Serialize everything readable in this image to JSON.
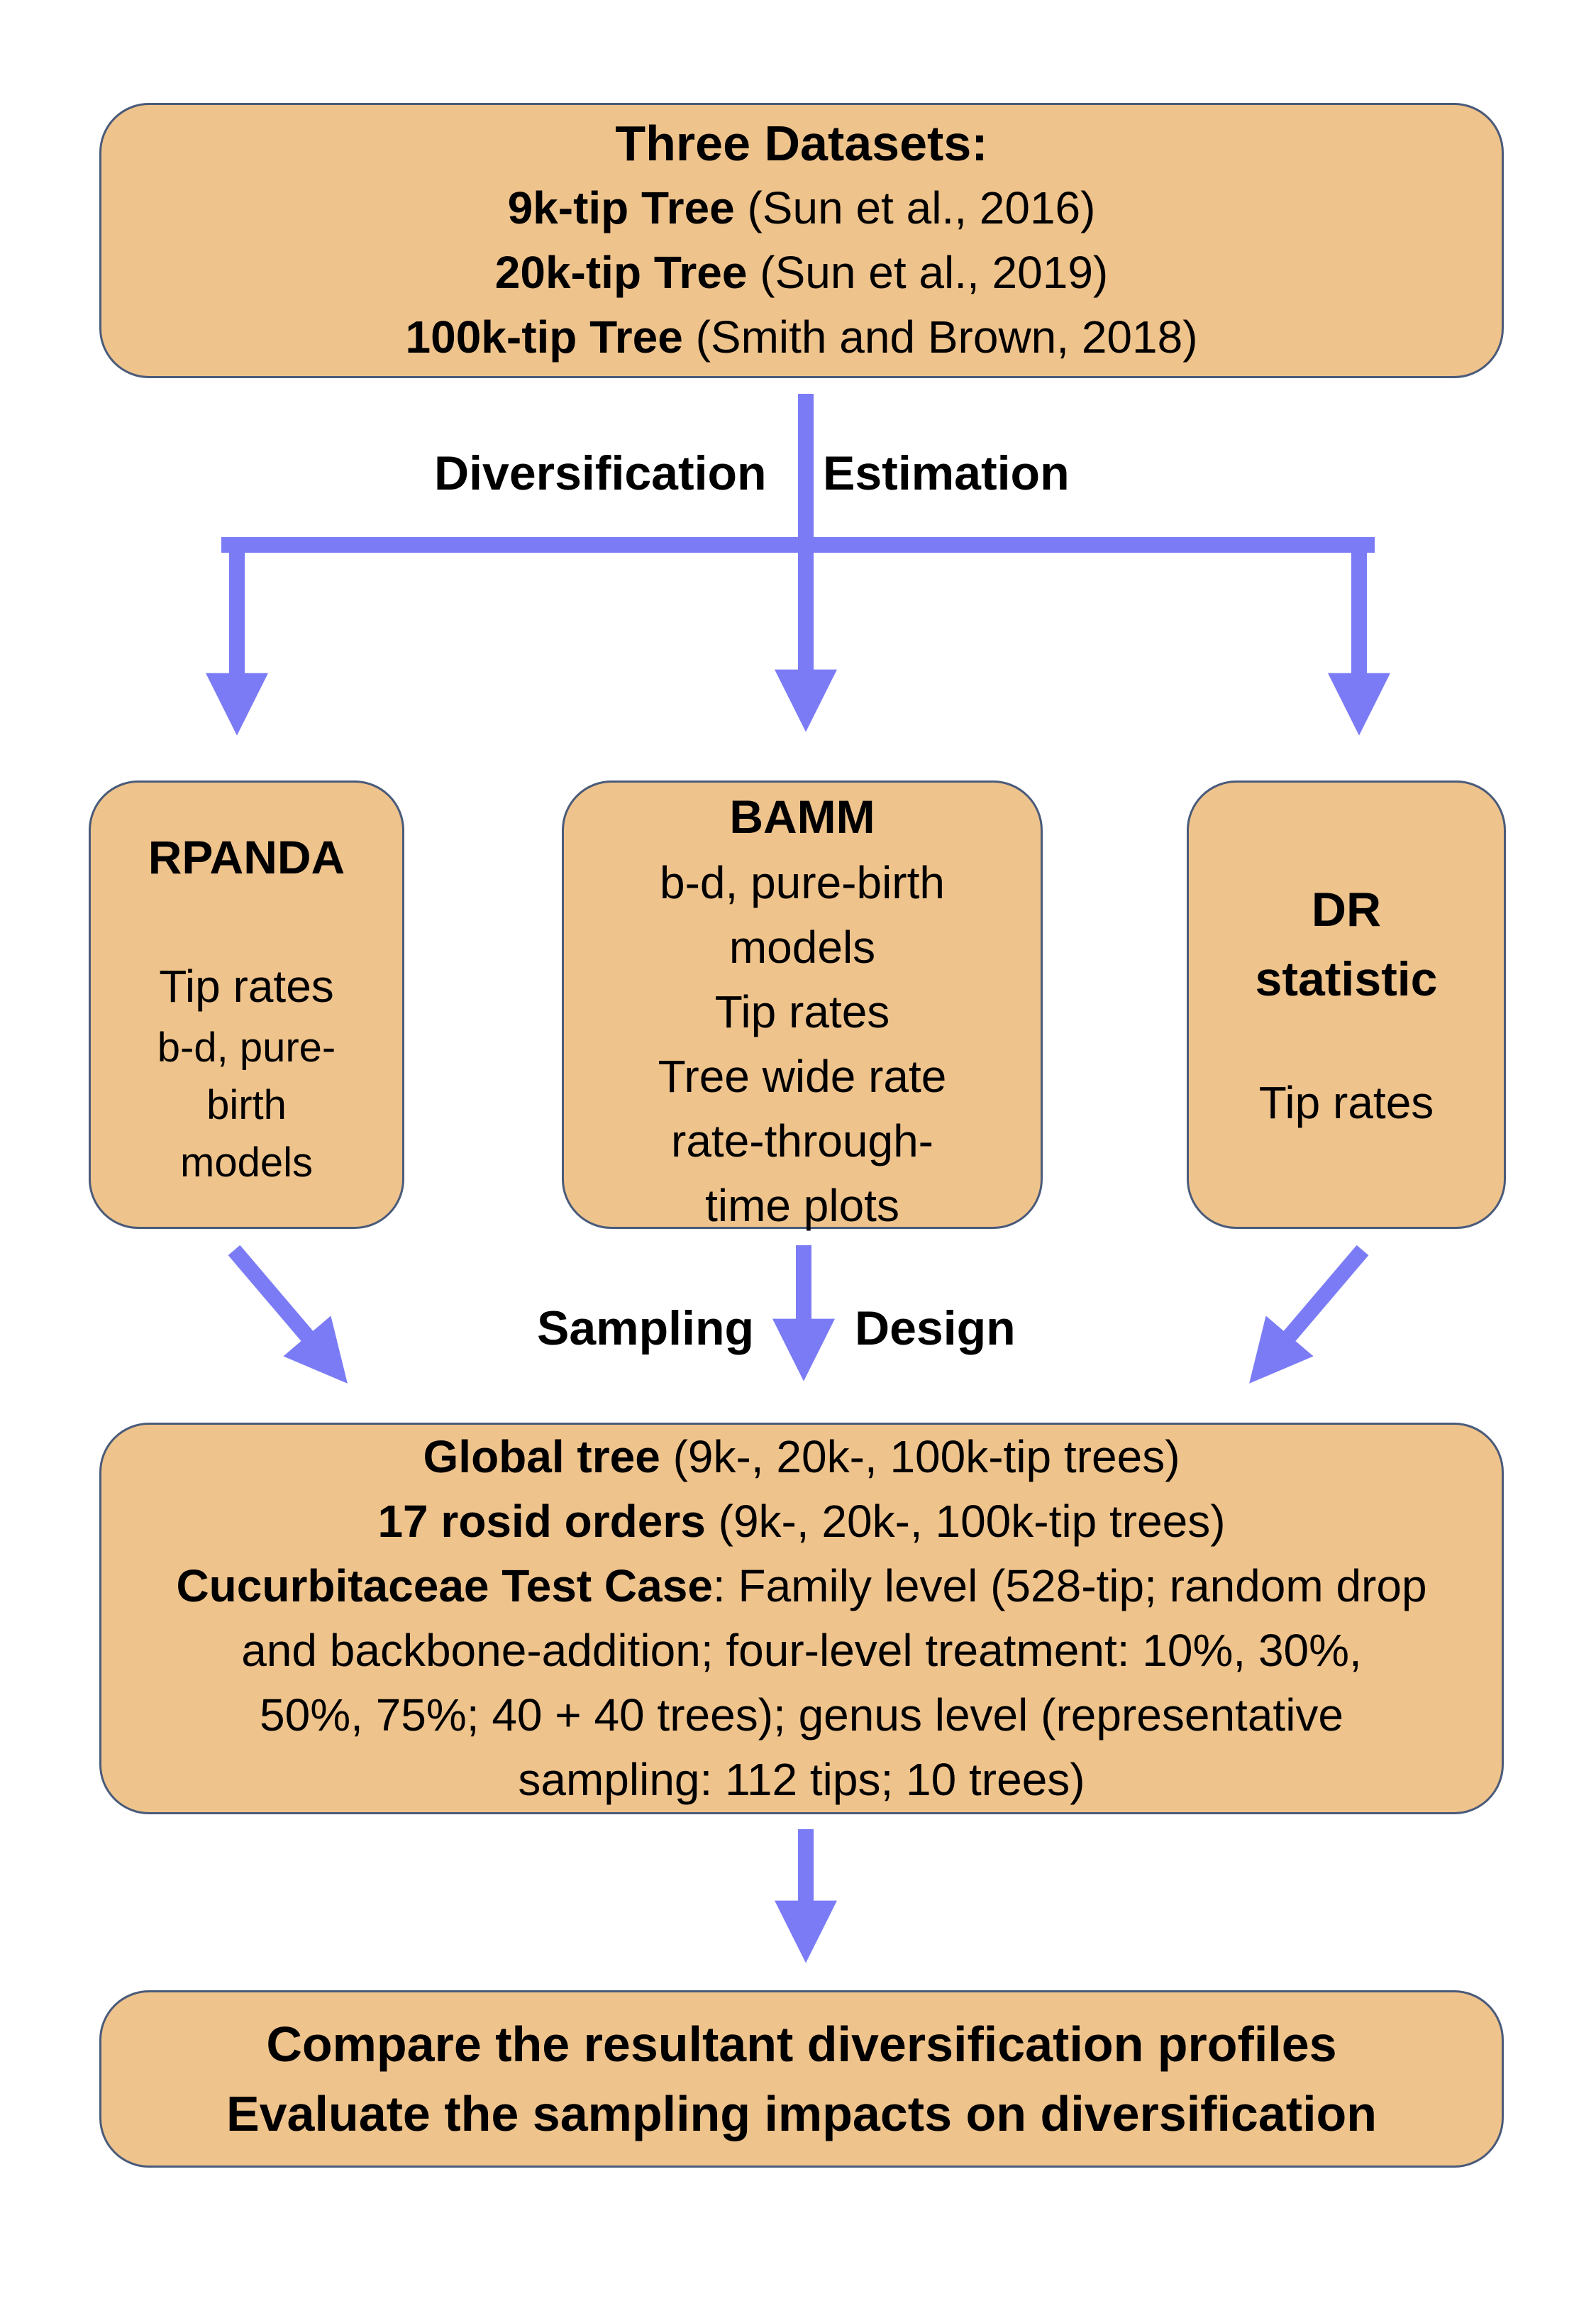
{
  "datasets_box": {
    "title": "Three Datasets:",
    "rows": [
      {
        "bold": "9k-tip Tree",
        "rest": " (Sun et al., 2016)"
      },
      {
        "bold": "20k-tip Tree",
        "rest": " (Sun et al., 2019)"
      },
      {
        "bold": "100k-tip Tree",
        "rest": " (Smith and Brown, 2018)"
      }
    ]
  },
  "labels": {
    "diversification": "Diversification",
    "estimation": "Estimation",
    "sampling": "Sampling",
    "design": "Design"
  },
  "rpanda_box": {
    "title": "RPANDA",
    "lines": [
      "Tip rates",
      "b-d, pure-",
      "birth",
      "models"
    ]
  },
  "bamm_box": {
    "title": "BAMM",
    "lines": [
      "b-d, pure-birth",
      "models",
      "Tip rates",
      "Tree wide rate",
      "rate-through-",
      "time plots"
    ]
  },
  "dr_box": {
    "title_line1": "DR",
    "title_line2": "statistic",
    "lines": [
      "Tip rates"
    ]
  },
  "sampling_box": {
    "row1_bold": "Global tree",
    "row1_rest": " (9k-, 20k-, 100k-tip trees)",
    "row2_bold": "17 rosid orders",
    "row2_rest": " (9k-, 20k-, 100k-tip trees)",
    "row3_bold": "Cucurbitaceae Test Case",
    "row3_rest": ": Family level (528-tip; random drop",
    "row4": "and backbone-addition; four-level treatment: 10%, 30%,",
    "row5": "50%, 75%; 40 + 40 trees); genus level (representative",
    "row6": "sampling: 112 tips; 10 trees)"
  },
  "compare_box": {
    "lines": [
      "Compare the resultant diversification profiles",
      "Evaluate the sampling impacts on diversification"
    ]
  },
  "colors": {
    "box_fill": "#efc38c",
    "box_border": "#4a5b7a",
    "arrow": "#7b7cf5"
  }
}
